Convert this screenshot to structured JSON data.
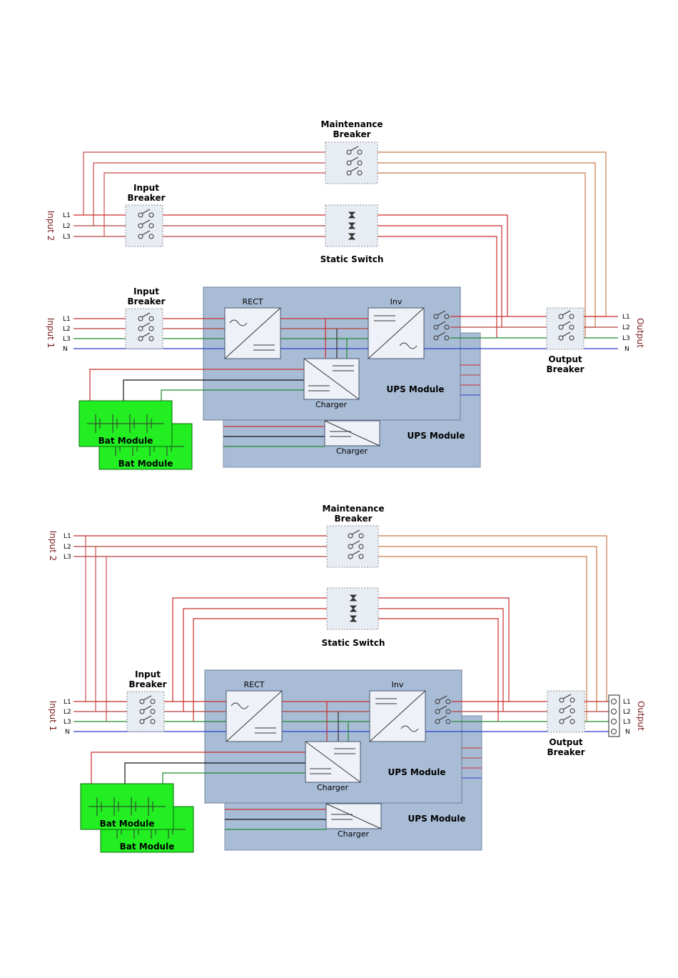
{
  "diagrams": [
    {
      "maintenance_breaker": [
        "Maintenance",
        "Breaker"
      ],
      "input_breaker_2": [
        "Input",
        "Breaker"
      ],
      "input_breaker_1": [
        "Input",
        "Breaker"
      ],
      "static_switch": "Static Switch",
      "output_breaker": [
        "Output",
        "Breaker"
      ],
      "input2_label": "Input 2",
      "input1_label": "Input 1",
      "output_label": "Output",
      "input2_phases": [
        "L1",
        "L2",
        "L3"
      ],
      "input1_phases": [
        "L1",
        "L2",
        "L3",
        "N"
      ],
      "output_phases": [
        "L1",
        "L2",
        "L3",
        "N"
      ],
      "rect_label": "RECT",
      "inv_label": "Inv",
      "charger_label": "Charger",
      "ups_module_label": "UPS Module",
      "bat_module_label": "Bat Module"
    },
    {
      "maintenance_breaker": [
        "Maintenance",
        "Breaker"
      ],
      "input_breaker_1": [
        "Input",
        "Breaker"
      ],
      "static_switch": "Static Switch",
      "output_breaker": [
        "Output",
        "Breaker"
      ],
      "input2_label": "Input 2",
      "input1_label": "Input 1",
      "output_label": "Output",
      "input2_phases": [
        "L1",
        "L2",
        "L3"
      ],
      "input1_phases": [
        "L1",
        "L2",
        "L3",
        "N"
      ],
      "output_phases": [
        "L1",
        "L2",
        "L3",
        "N"
      ],
      "rect_label": "RECT",
      "inv_label": "Inv",
      "charger_label": "Charger",
      "ups_module_label": "UPS Module",
      "bat_module_label": "Bat Module"
    }
  ],
  "colors": {
    "l1": "#cc2b2b",
    "l2": "#b5413a",
    "l3": "#1f8a2e",
    "n": "#2a3fd0",
    "bypass": "#c87a4a",
    "dc": "#111111"
  }
}
